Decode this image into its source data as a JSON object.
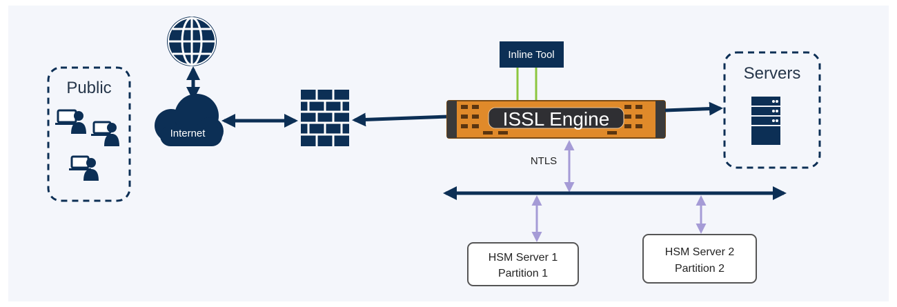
{
  "public": {
    "label": "Public"
  },
  "internet": {
    "label": "Internet"
  },
  "inline_tool": {
    "label": "Inline Tool"
  },
  "engine": {
    "label": "ISSL Engine"
  },
  "servers": {
    "label": "Servers"
  },
  "ntls": {
    "label": "NTLS"
  },
  "hsm1": {
    "line1": "HSM Server 1",
    "line2": "Partition 1"
  },
  "hsm2": {
    "line1": "HSM Server 2",
    "line2": "Partition 2"
  },
  "colors": {
    "navy": "#0c2f55",
    "dark_navy": "#143a5c",
    "orange": "#e08a2a",
    "green_link": "#8cc63f",
    "lavender": "#a59bd6",
    "background": "#f4f6fb"
  }
}
